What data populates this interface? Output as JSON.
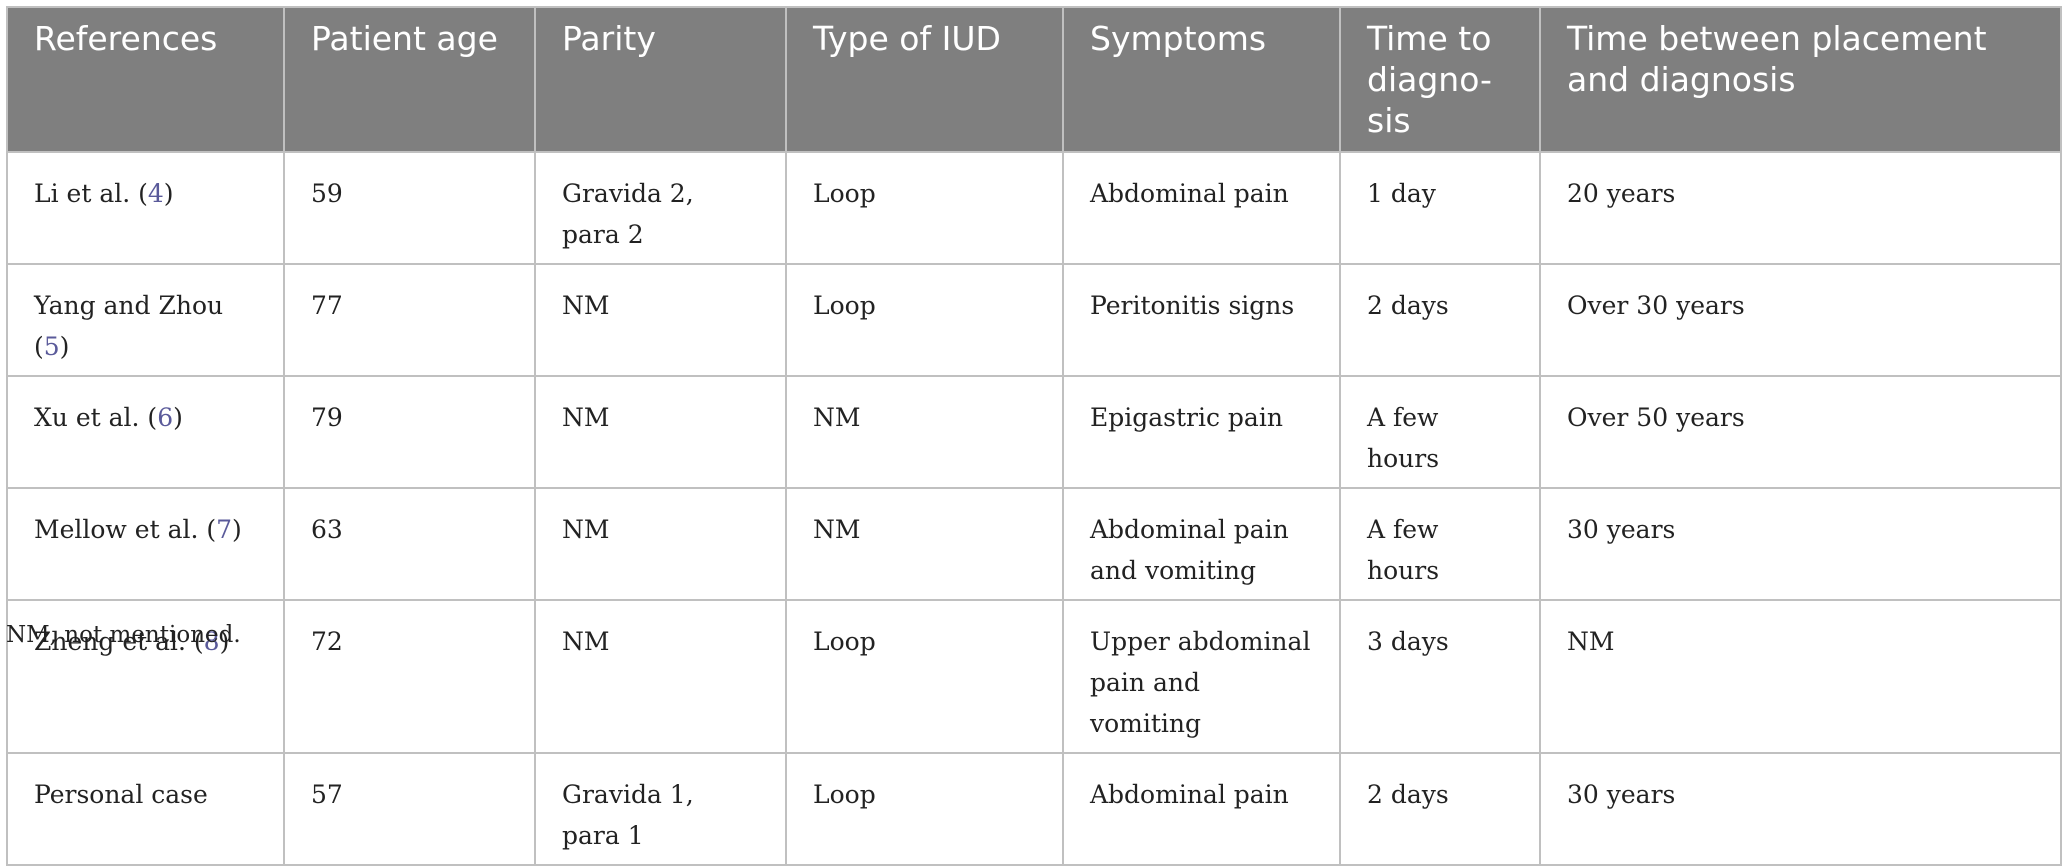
{
  "table": {
    "headers": [
      "References",
      "Patient age",
      "Parity",
      "Type of IUD",
      "Symptoms",
      "Time to diagno-sis",
      "Time between placement and diagnosis"
    ],
    "header_lines": {
      "time_to_diagnosis": [
        "Time to",
        "diagno-",
        "sis"
      ],
      "time_between": [
        "Time between placement",
        "and diagnosis"
      ]
    },
    "rows": [
      {
        "ref_text": "Li et al. (",
        "ref_num": "4",
        "ref_close": ")",
        "age": "59",
        "parity": "Gravida 2, para 2",
        "iud": "Loop",
        "symptoms": [
          "Abdominal pain"
        ],
        "time_to_diagnosis": "1 day",
        "time_between": "20 years"
      },
      {
        "ref_text": "Yang and Zhou (",
        "ref_num": "5",
        "ref_close": ")",
        "age": "77",
        "parity": "NM",
        "iud": "Loop",
        "symptoms": [
          "Peritonitis signs"
        ],
        "time_to_diagnosis": "2 days",
        "time_between": "Over 30 years"
      },
      {
        "ref_text": "Xu et al. (",
        "ref_num": "6",
        "ref_close": ")",
        "age": "79",
        "parity": "NM",
        "iud": "NM",
        "symptoms": [
          "Epigastric pain"
        ],
        "time_to_diagnosis": "A few hours",
        "time_between": "Over 50 years"
      },
      {
        "ref_text": "Mellow et al. (",
        "ref_num": "7",
        "ref_close": ")",
        "age": "63",
        "parity": "NM",
        "iud": "NM",
        "symptoms": [
          "Abdominal pain",
          "and vomiting"
        ],
        "time_to_diagnosis": "A few hours",
        "time_between": "30 years"
      },
      {
        "ref_text": "Zheng et al. (",
        "ref_num": "8",
        "ref_close": ")",
        "age": "72",
        "parity": "NM",
        "iud": "Loop",
        "symptoms": [
          "Upper abdominal",
          "pain and vomiting"
        ],
        "time_to_diagnosis": "3 days",
        "time_between": "NM"
      },
      {
        "ref_text": "Personal case",
        "ref_num": "",
        "ref_close": "",
        "age": "57",
        "parity": "Gravida 1, para 1",
        "iud": "Loop",
        "symptoms": [
          "Abdominal pain"
        ],
        "time_to_diagnosis": "2 days",
        "time_between": "30 years"
      }
    ]
  },
  "footnote": "NM, not mentioned.",
  "colors": {
    "header_bg": "#7f7f7f",
    "header_text": "#ffffff",
    "border": "#c0c0c0",
    "reference_link": "#5a5a9a"
  }
}
